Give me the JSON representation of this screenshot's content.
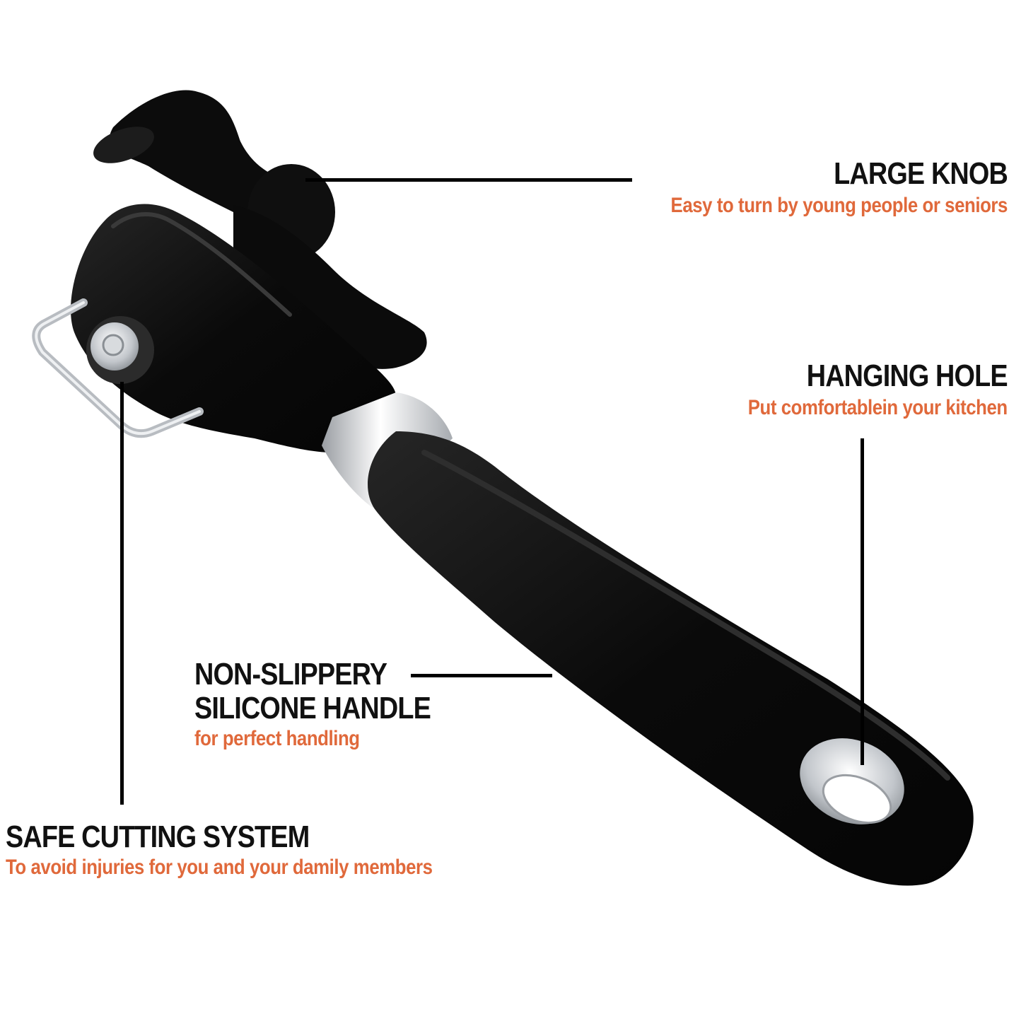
{
  "colors": {
    "title": "#111111",
    "accent": "#e0693b",
    "leader": "#000000",
    "body": "#0b0b0b",
    "steel": "#c9ccd0"
  },
  "features": {
    "knob": {
      "title": "LARGE KNOB",
      "desc": "Easy to turn by young people or seniors"
    },
    "hole": {
      "title": "HANGING HOLE",
      "desc": "Put comfortablein your kitchen"
    },
    "handle": {
      "title_line1": "NON-SLIPPERY",
      "title_line2": "SILICONE HANDLE",
      "desc": "for perfect handling"
    },
    "cutting": {
      "title": "SAFE CUTTING SYSTEM",
      "desc": "To avoid injuries for you and your damily members"
    }
  }
}
